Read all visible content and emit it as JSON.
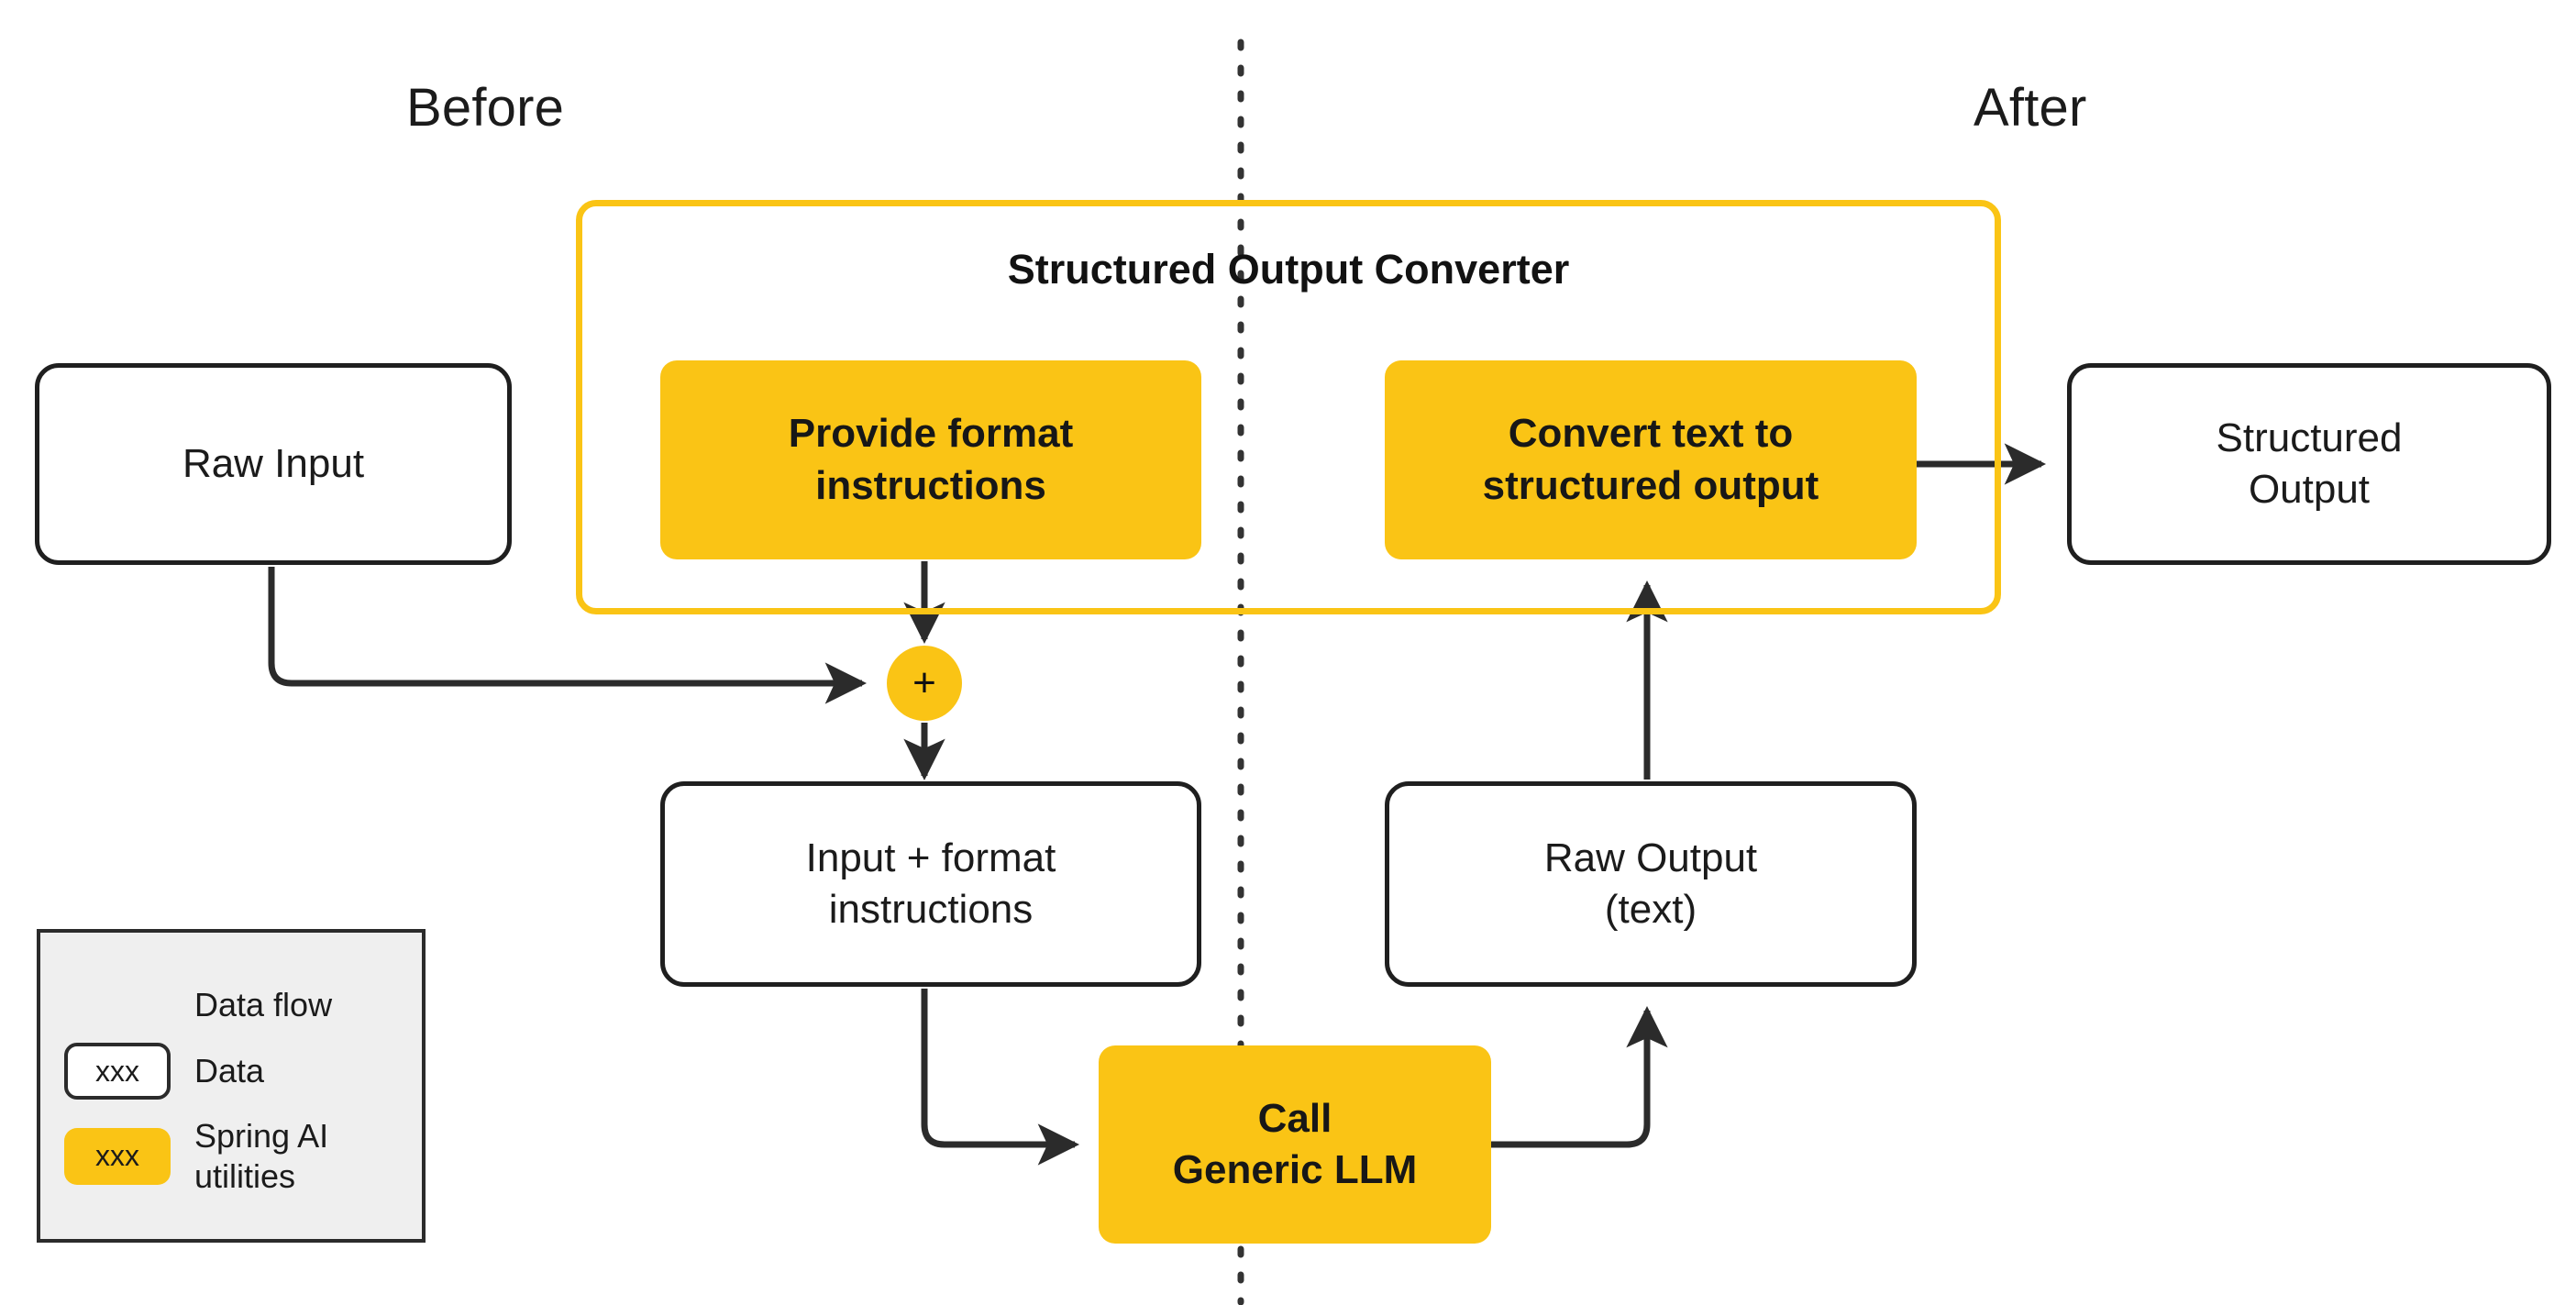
{
  "diagram": {
    "title_left": "Before",
    "title_right": "After",
    "divider": "vertical-dotted-divider"
  },
  "converter": {
    "title": "Structured Output Converter"
  },
  "nodes": {
    "raw_input": {
      "label": "Raw Input",
      "kind": "data"
    },
    "structured_output": {
      "label": "Structured\nOutput",
      "kind": "data"
    },
    "provide_format": {
      "label": "Provide format\ninstructions",
      "kind": "utility"
    },
    "convert_text": {
      "label": "Convert text to\nstructured  output",
      "kind": "utility"
    },
    "input_format": {
      "label": "Input + format\ninstructions",
      "kind": "data"
    },
    "raw_output": {
      "label": "Raw Output\n(text)",
      "kind": "data"
    },
    "call_llm": {
      "label": "Call\nGeneric LLM",
      "kind": "utility"
    },
    "merge": {
      "label": "+",
      "kind": "merge"
    }
  },
  "legend": {
    "rows": [
      {
        "swatch": "arrow",
        "swatch_text": "",
        "label": "Data flow"
      },
      {
        "swatch": "data",
        "swatch_text": "xxx",
        "label": "Data"
      },
      {
        "swatch": "utility",
        "swatch_text": "xxx",
        "label": "Spring AI\nutilities"
      }
    ]
  },
  "colors": {
    "accent_yellow": "#FAC415",
    "stroke_dark": "#2b2b2b",
    "legend_background": "#efefef",
    "page_background": "#ffffff"
  }
}
